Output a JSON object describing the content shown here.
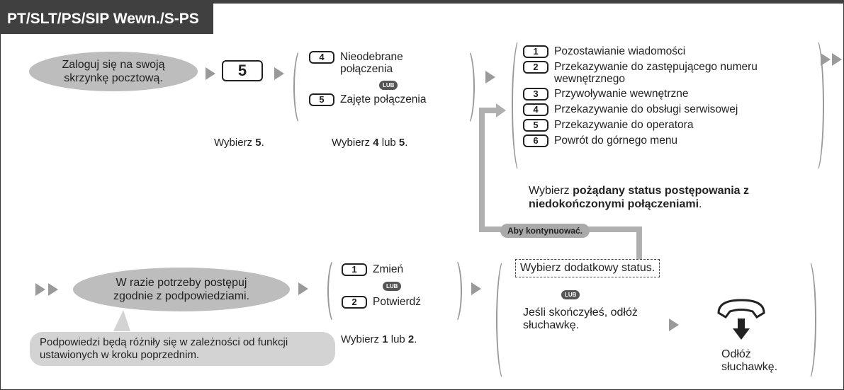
{
  "title": "PT/SLT/PS/SIP Wewn./S-PS",
  "login_bubble": "Zaloguj się na swoją skrzynkę pocztową.",
  "key_5": "5",
  "wybierz_5": {
    "pre": "Wybierz ",
    "bold": "5",
    "post": "."
  },
  "group1": {
    "opt4_key": "4",
    "opt4_label": "Nieodebrane połączenia",
    "lub": "LUB",
    "opt5_key": "5",
    "opt5_label": "Zajęte połączenia",
    "caption": {
      "pre": "Wybierz ",
      "b1": "4",
      "mid": " lub ",
      "b2": "5",
      "post": "."
    }
  },
  "group2": {
    "options": [
      {
        "key": "1",
        "label": "Pozostawianie wiadomości"
      },
      {
        "key": "2",
        "label": "Przekazywanie do zastępującego numeru wewnętrznego"
      },
      {
        "key": "3",
        "label": "Przywoływanie wewnętrzne"
      },
      {
        "key": "4",
        "label": "Przekazywanie do obsługi serwisowej"
      },
      {
        "key": "5",
        "label": "Przekazywanie do operatora"
      },
      {
        "key": "6",
        "label": "Powrót do górnego menu"
      }
    ],
    "caption_pre": "Wybierz ",
    "caption_bold": "pożądany status postępowania z niedokończonymi połączeniami",
    "caption_post": "."
  },
  "continue_label": "Aby kontynuować.",
  "prompt_bubble": "W razie potrzeby postępuj zgodnie z podpowiedziami.",
  "prompt_note": "Podpowiedzi będą różniły się w zależności od funkcji ustawionych w kroku poprzednim.",
  "group3": {
    "opt1_key": "1",
    "opt1_label": "Zmień",
    "lub": "LUB",
    "opt2_key": "2",
    "opt2_label": "Potwierdź",
    "caption": {
      "pre": "Wybierz ",
      "b1": "1",
      "mid": " lub ",
      "b2": "2",
      "post": "."
    }
  },
  "group4": {
    "additional": "Wybierz dodatkowy status.",
    "lub": "LUB",
    "finished": "Jeśli skończyłeś, odłóż słuchawkę.",
    "hangup": "Odłóż słuchawkę."
  }
}
